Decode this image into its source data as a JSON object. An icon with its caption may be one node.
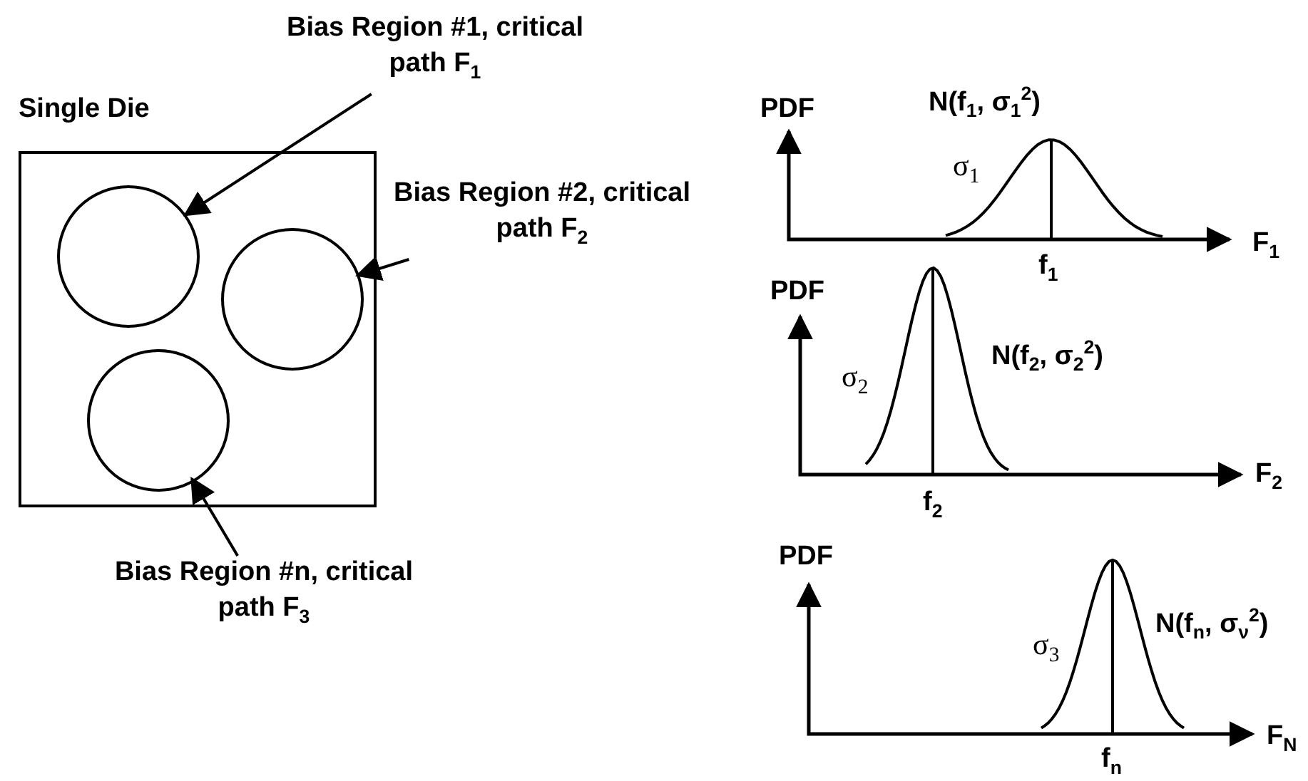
{
  "diagram": {
    "nodes": [
      {
        "text": [
          "Single Die"
        ]
      },
      {
        "text": [],
        "shape": "circle",
        "in": 0
      },
      {
        "text": [],
        "shape": "circle",
        "in": 0
      },
      {
        "text": [],
        "shape": "circle",
        "in": 0
      },
      {
        "text": [
          "Bias Region #1, critical path F$_{1}$"
        ]
      },
      {
        "text": [
          "Bias Region #2, critical path F$_{2}$"
        ]
      },
      {
        "text": [
          "Bias Region #n, critical path F$_{3}$"
        ]
      }
    ],
    "edges": [
      {
        "from": 4,
        "to": 1,
        "arrow": "to"
      },
      {
        "from": 5,
        "to": 2,
        "arrow": "to"
      },
      {
        "from": 6,
        "to": 3,
        "arrow": "to"
      }
    ],
    "labels": [
      "PDF",
      "N(f$_{1}$, σ$_{1}$$^{2}$)",
      "σ$_{1}$",
      "F$_{1}$",
      "f$_{1}$",
      "PDF",
      "σ$_{2}$",
      "N(f$_{2}$, σ$_{2}$$^{2}$)",
      "F$_{2}$",
      "f$_{2}$",
      "PDF",
      "N(f$_{n}$, σ$_{ν}$$^{2}$)",
      "σ$_{3}$",
      "F$_{N}$",
      "f$_{n}$"
    ]
  }
}
